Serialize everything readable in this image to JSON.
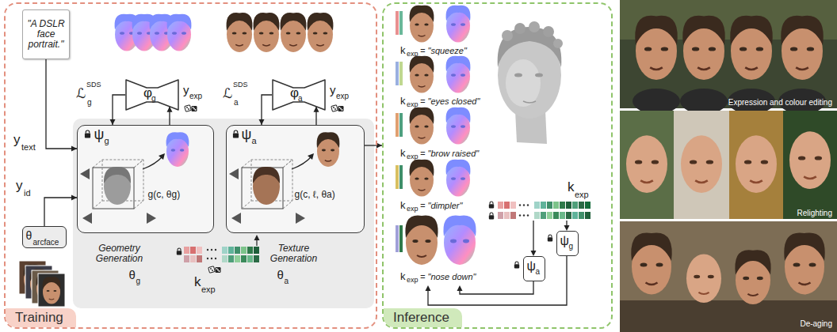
{
  "diagram": {
    "nodes": [
      {
        "text": [
          "Training"
        ]
      },
      {
        "text": [
          "Inference"
        ]
      },
      {
        "text": [
          "\"A DSLR face portrait.\""
        ],
        "in": 0
      },
      {
        "text": [
          "φ",
          "g"
        ],
        "in": 0
      },
      {
        "text": [
          "φ",
          "a"
        ],
        "in": 0
      },
      {
        "text": [
          "θ",
          "arcface"
        ],
        "in": 0
      },
      {
        "text": [
          "ψ",
          "g",
          "g(c, θg)",
          "Geometry Generation",
          "θ",
          "g"
        ],
        "in": 0
      },
      {
        "text": [
          "ψ",
          "a",
          "g(c, ℓ, θa)",
          "Texture Generation",
          "θ",
          "a"
        ],
        "in": 0
      },
      {
        "text": [
          "ψ",
          "a"
        ],
        "in": 1
      },
      {
        "text": [
          "ψ",
          "g"
        ],
        "in": 1
      }
    ],
    "edges": [
      {
        "from": 2,
        "to": 6,
        "arrow": "to"
      },
      {
        "from": 5,
        "to": 6,
        "arrow": "to"
      },
      {
        "from": 6,
        "to": 3,
        "arrow": "to"
      },
      {
        "from": 3,
        "to": 6,
        "arrow": "to"
      },
      {
        "from": 7,
        "to": 4,
        "arrow": "to"
      },
      {
        "from": 4,
        "to": 7,
        "arrow": "to"
      },
      {
        "from": 7,
        "to": 1,
        "arrow": "to"
      }
    ],
    "labels": [
      "y",
      "text",
      "y",
      "id",
      "ℒ",
      "g",
      "SDS",
      "ℒ",
      "a",
      "SDS",
      "y",
      "exp",
      "y",
      "exp",
      "k",
      "exp",
      "k",
      "exp",
      "= \"squeeze\"",
      "k",
      "exp",
      "= \"eyes closed\"",
      "k",
      "exp",
      "= \"brow raised\"",
      "k",
      "exp",
      "= \"dimpler\"",
      "k",
      "exp",
      "= \"nose down\"",
      "k",
      "exp",
      "Expression and colour editing",
      "Relighting",
      "De-aging"
    ]
  }
}
